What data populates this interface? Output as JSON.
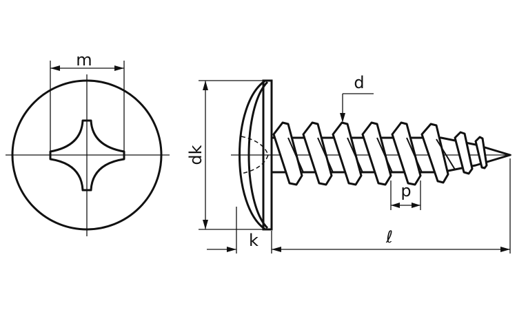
{
  "labels": {
    "m": "m",
    "d": "d",
    "dk": "dk",
    "k": "k",
    "p": "p",
    "l": "ℓ"
  },
  "colors": {
    "line": "#111111",
    "background": "#ffffff"
  }
}
